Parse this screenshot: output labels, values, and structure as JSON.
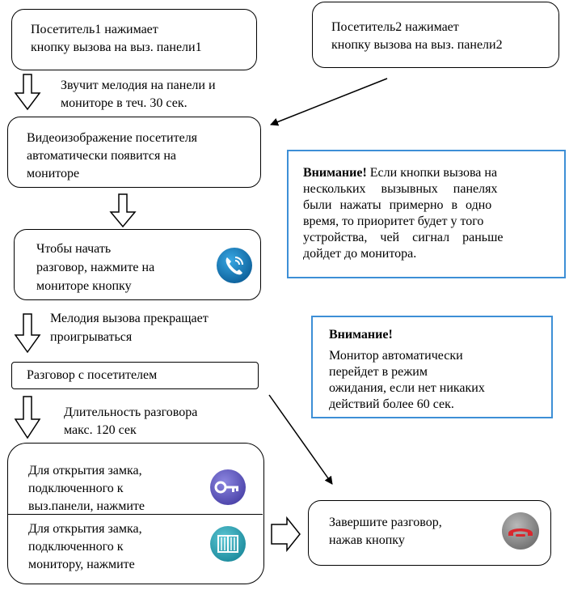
{
  "step1": {
    "line1": "Посетитель1 нажимает",
    "line2": "кнопку вызова на выз. панели1"
  },
  "step1b": {
    "line1": "Посетитель2 нажимает",
    "line2": "кнопку вызова на выз. панели2"
  },
  "arrow1": {
    "line1": "Звучит мелодия на панели и",
    "line2": "мониторе в теч. 30 сек."
  },
  "step2": {
    "line1": "Видеоизображение посетителя",
    "line2": "автоматически появится на",
    "line3": "мониторе"
  },
  "note1": {
    "bold": "Внимание!",
    "lines": [
      " Если кнопки вызова на",
      "нескольких вызывных панелях",
      "были нажаты примерно в одно",
      "время, то приоритет будет у того",
      "устройства, чей сигнал раньше",
      "дойдет до монитора."
    ]
  },
  "step3": {
    "line1": "Чтобы начать",
    "line2": "разговор, нажмите на",
    "line3": "мониторе кнопку",
    "icon": "phone-answer-icon",
    "icon_color": "#1b7fc1"
  },
  "arrow3": {
    "line1": "Мелодия вызова прекращает",
    "line2": "проигрываться"
  },
  "note2": {
    "title": "Внимание!",
    "line1": "Монитор автоматически",
    "line2": "перейдет в режим",
    "line3": "ожидания, если нет никаких",
    "line4": "действий более 60 сек."
  },
  "step4": {
    "label": "Разговор с посетителем"
  },
  "arrow4": {
    "line1": "Длительность разговора",
    "line2": "макс. 120 сек"
  },
  "step5": {
    "a": {
      "line1": "Для открытия замка,",
      "line2": "подключенного к",
      "line3": "выз.панели, нажмите",
      "icon": "key-icon",
      "icon_color": "#6a63c9"
    },
    "b": {
      "line1": "Для открытия замка,",
      "line2": "подключенного к",
      "line3": "монитору, нажмите",
      "icon": "gate-icon",
      "icon_color": "#2ba6b8"
    }
  },
  "step6": {
    "line1": "Завершите разговор,",
    "line2": "нажав кнопку",
    "icon": "hangup-icon",
    "icon_color": "#d9272e"
  }
}
